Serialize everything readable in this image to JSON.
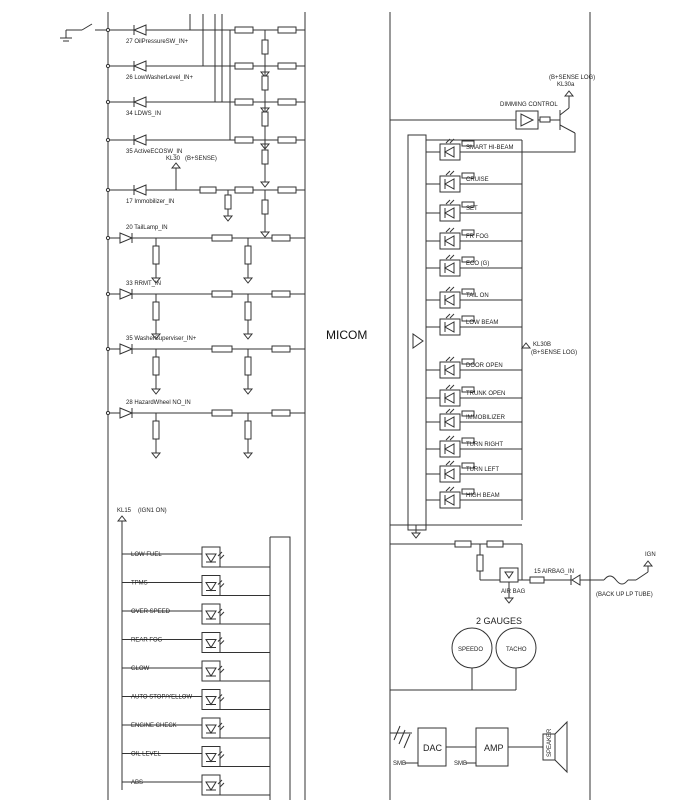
{
  "micom_label": "MICOM",
  "left_inputs": [
    "27 OilPressureSW_IN+",
    "26 LowWasherLevel_IN+",
    "34 LDWS_IN",
    "35 ActiveECOSW_IN",
    "17 Immobilizer_IN",
    "20 TailLamp_IN",
    "33 RRMT_IN",
    "35 WasherSuperviser_IN+",
    "28 HazardWheel NO_IN"
  ],
  "kl30_left": "KL30",
  "kl30_left_sub": "(B+SENSE)",
  "kl15_label": "KL15",
  "kl15_sub": "(IGN1 ON)",
  "warning_lamps": [
    "LOW FUEL",
    "TPMS",
    "OVER SPEED",
    "REAR FOG",
    "GLOW",
    "AUTO STOP/YELLOW",
    "ENGINE CHECK",
    "OIL LEVEL",
    "ABS"
  ],
  "right_top_supply": "(B+SENSE LOG)",
  "right_top_kl": "KL30a",
  "dimming_control": "DIMMING CONTROL",
  "indicators_upper": [
    "SMART HI-BEAM",
    "CRUISE",
    "SET",
    "FR FOG",
    "ECO (G)",
    "TAIL ON",
    "LOW BEAM"
  ],
  "kl30b_label": "KL30B",
  "kl30b_sub": "(B+SENSE LOG)",
  "indicators_lower": [
    "DOOR OPEN",
    "TRUNK OPEN",
    "IMMOBILIZER",
    "TURN RIGHT",
    "TURN LEFT",
    "HIGH BEAM"
  ],
  "airbag_input": "15 AIRBAG_IN",
  "airbag_label": "AIR BAG",
  "ign_label": "IGN",
  "airbag_source": "(BACK UP LP TUBE)",
  "gauges_title": "2 GAUGES",
  "gauge_speedo": "SPEEDO",
  "gauge_tacho": "TACHO",
  "dac_label": "DAC",
  "amp_label": "AMP",
  "speaker_label": "SPEAKER",
  "sig_label_1": "SMB",
  "sig_label_2": "SMB"
}
